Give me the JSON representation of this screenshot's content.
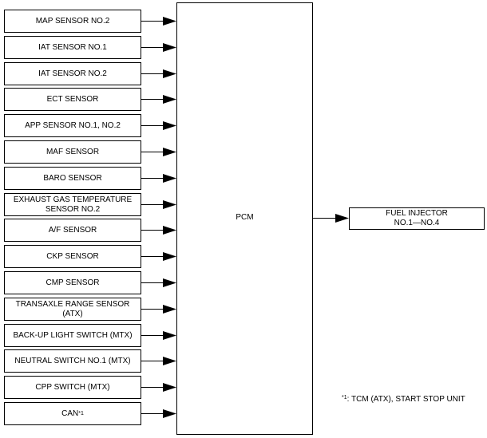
{
  "inputs": [
    {
      "label": "MAP SENSOR NO.2"
    },
    {
      "label": "IAT SENSOR NO.1"
    },
    {
      "label": "IAT SENSOR NO.2"
    },
    {
      "label": "ECT SENSOR"
    },
    {
      "label": "APP SENSOR NO.1, NO.2"
    },
    {
      "label": "MAF SENSOR"
    },
    {
      "label": "BARO SENSOR"
    },
    {
      "label": "EXHAUST GAS TEMPERATURE\nSENSOR NO.2"
    },
    {
      "label": "A/F SENSOR"
    },
    {
      "label": "CKP SENSOR"
    },
    {
      "label": "CMP SENSOR"
    },
    {
      "label": "TRANSAXLE RANGE SENSOR\n(ATX)"
    },
    {
      "label": "BACK-UP LIGHT SWITCH (MTX)"
    },
    {
      "label": "NEUTRAL SWITCH NO.1 (MTX)"
    },
    {
      "label": "CPP SWITCH (MTX)"
    },
    {
      "label": "CAN",
      "sup": "*1"
    }
  ],
  "controller": {
    "label": "PCM"
  },
  "output": {
    "label": "FUEL INJECTOR\nNO.1—NO.4"
  },
  "footnote": {
    "mark": "*1",
    "text": ": TCM (ATX), START STOP UNIT"
  }
}
